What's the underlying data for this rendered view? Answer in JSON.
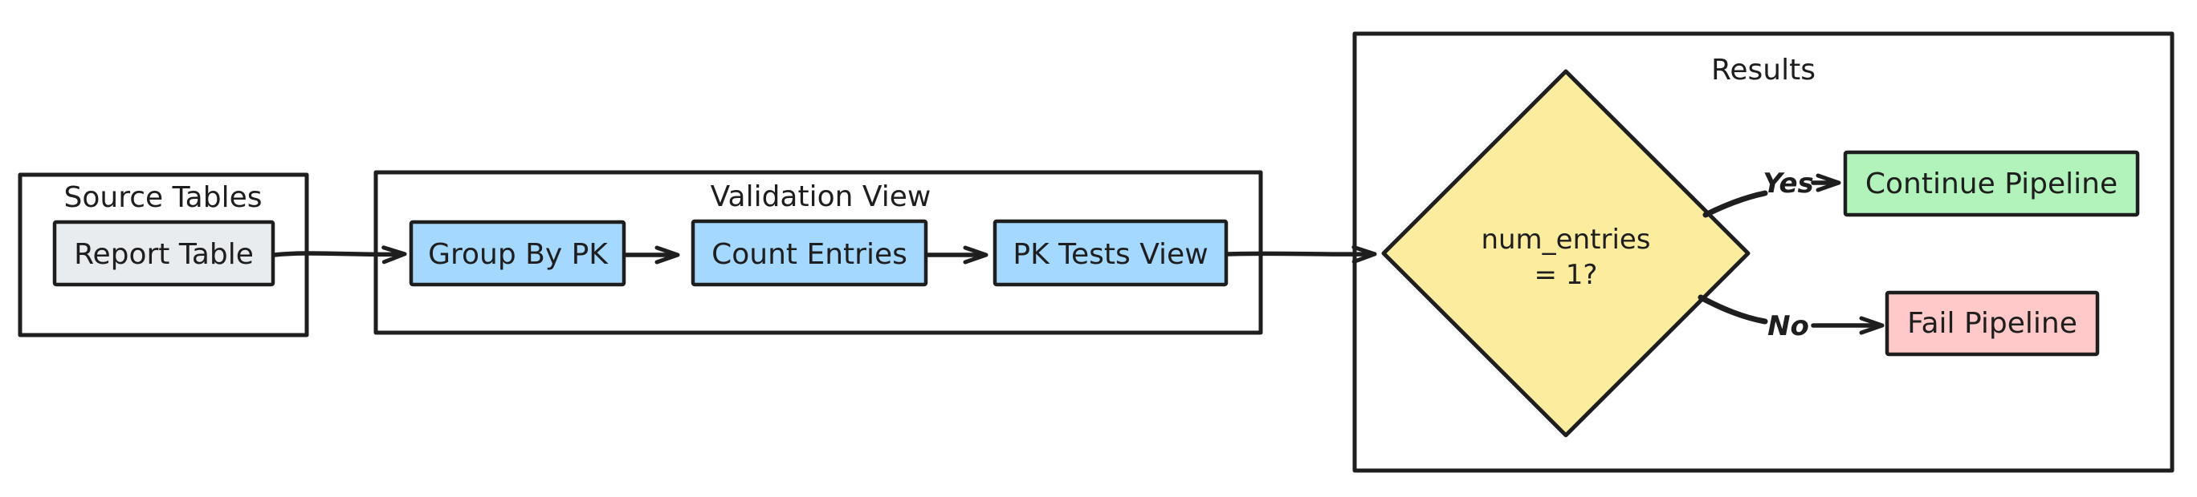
{
  "diagram": {
    "source_tables": {
      "title": "Source Tables",
      "node": "Report Table"
    },
    "validation_view": {
      "title": "Validation View",
      "nodes": [
        "Group By PK",
        "Count Entries",
        "PK Tests View"
      ]
    },
    "results": {
      "title": "Results",
      "decision_line1": "num_entries",
      "decision_line2": "= 1?",
      "yes_label": "Yes",
      "no_label": "No",
      "yes_node": "Continue Pipeline",
      "no_node": "Fail Pipeline"
    }
  },
  "colors": {
    "stroke": "#1e1e1e",
    "background": "#ffffff",
    "source_node_fill": "#e9ecef",
    "view_node_fill": "#a5d8ff",
    "decision_fill": "#fcec9e",
    "continue_fill": "#b2f2bb",
    "fail_fill": "#ffc9c9"
  }
}
